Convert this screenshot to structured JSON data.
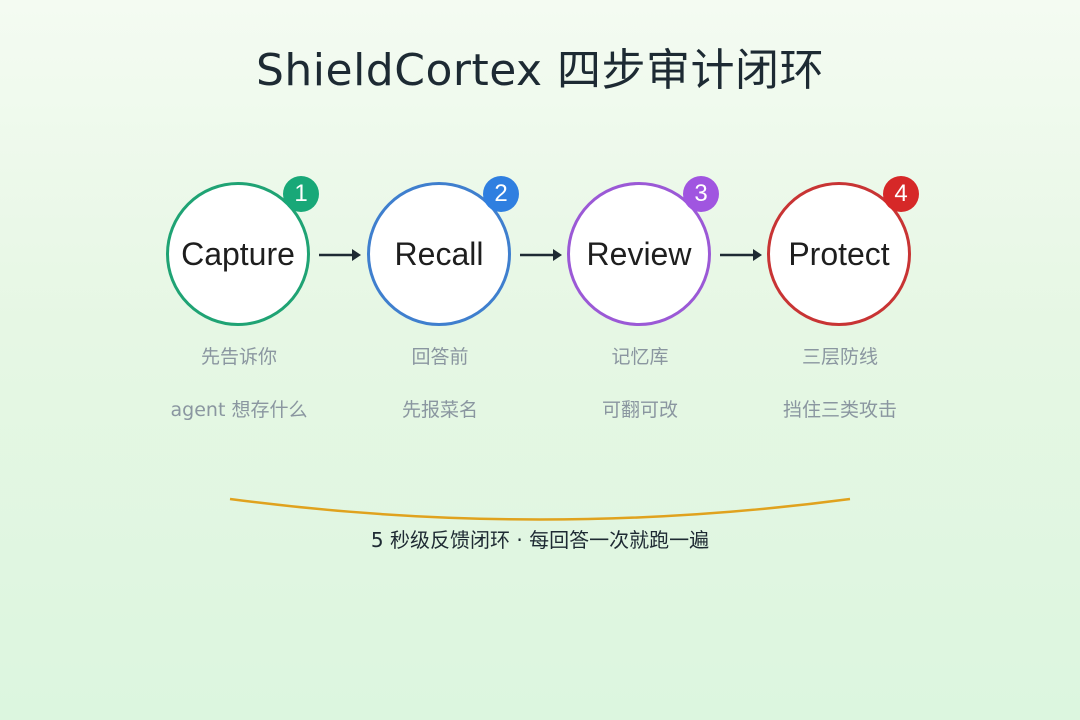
{
  "title": "ShieldCortex 四步审计闭环",
  "steps": [
    {
      "number": "1",
      "label": "Capture",
      "caption_line1": "先告诉你",
      "caption_line2": "agent 想存什么",
      "color": "#1fa374",
      "badge_color": "#18a878"
    },
    {
      "number": "2",
      "label": "Recall",
      "caption_line1": "回答前",
      "caption_line2": "先报菜名",
      "color": "#3f7fce",
      "badge_color": "#2f7fe0"
    },
    {
      "number": "3",
      "label": "Review",
      "caption_line1": "记忆库",
      "caption_line2": "可翻可改",
      "color": "#9b59d6",
      "badge_color": "#a055e0"
    },
    {
      "number": "4",
      "label": "Protect",
      "caption_line1": "三层防线",
      "caption_line2": "挡住三类攻击",
      "color": "#c83434",
      "badge_color": "#d62828"
    }
  ],
  "arrow_icon": "right-arrow-icon",
  "footer": {
    "text": "5 秒级反馈闭环 · 每回答一次就跑一遍",
    "arc_color": "#e0a21e"
  }
}
